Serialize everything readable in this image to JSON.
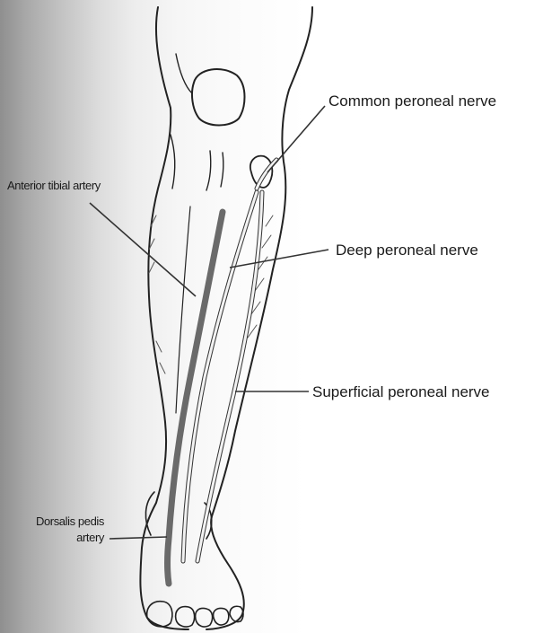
{
  "labels": {
    "common_peroneal_nerve": "Common peroneal nerve",
    "anterior_tibial_artery": "Anterior tibial artery",
    "deep_peroneal_nerve": "Deep peroneal nerve",
    "superficial_peroneal_nerve": "Superficial peroneal nerve",
    "dorsalis_pedis_artery_line1": "Dorsalis pedis",
    "dorsalis_pedis_artery_line2": "artery"
  },
  "colors": {
    "outline": "#222222",
    "artery": "#6a6a6a",
    "nerve": "#f2f2f2",
    "leader": "#333333"
  }
}
